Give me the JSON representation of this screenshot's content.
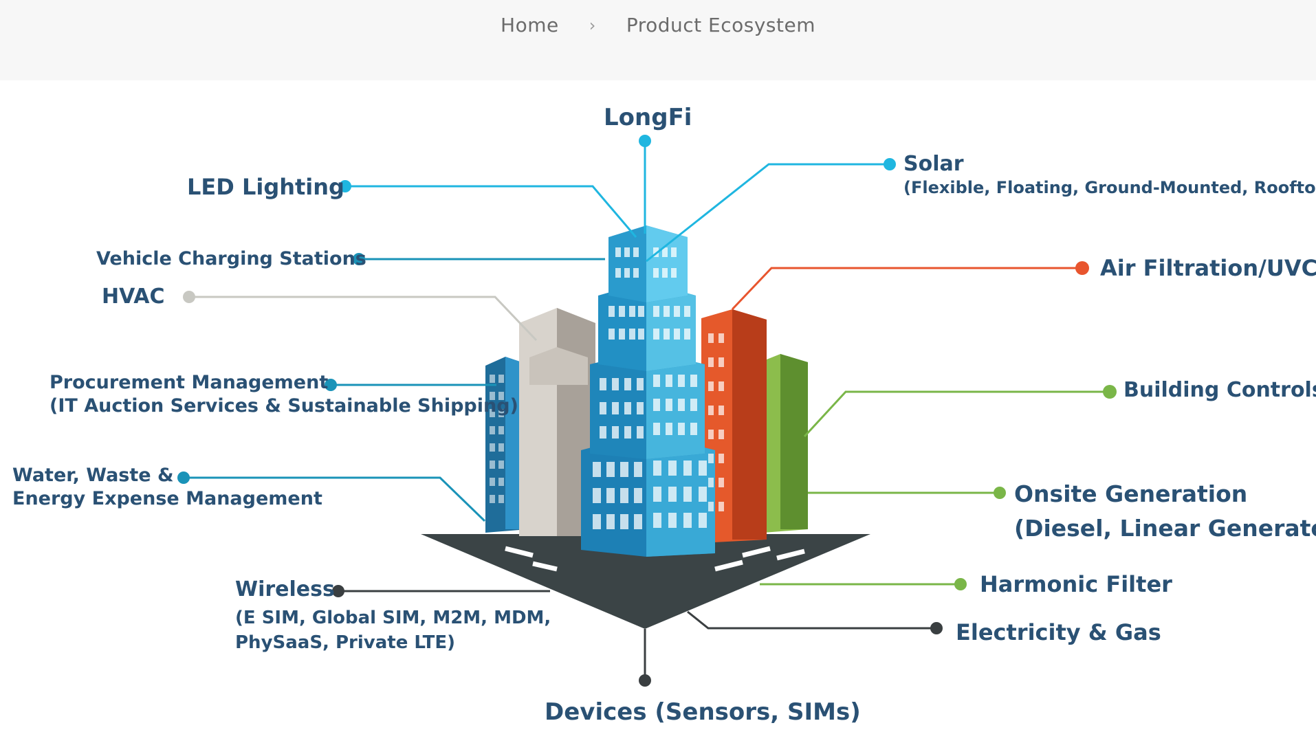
{
  "breadcrumb": {
    "home": "Home",
    "separator": "›",
    "current": "Product Ecosystem"
  },
  "diagram": {
    "labels": {
      "longfi": "LongFi",
      "solar": "Solar",
      "solar_sub": "(Flexible, Floating, Ground-Mounted, Rooftop)",
      "led": "LED Lighting",
      "vehicle": "Vehicle Charging Stations",
      "hvac": "HVAC",
      "air": "Air Filtration/UVC",
      "procurement": "Procurement Management",
      "procurement_sub": "(IT Auction Services & Sustainable Shipping)",
      "building": "Building Controls",
      "water_1": "Water, Waste &",
      "water_2": "Energy Expense Management",
      "onsite": "Onsite Generation",
      "onsite_sub": "(Diesel, Linear Generators)",
      "harmonic": "Harmonic Filter",
      "wireless": "Wireless",
      "wireless_sub1": "(E SIM, Global SIM, M2M, MDM,",
      "wireless_sub2": "PhySaaS, Private LTE)",
      "electricity": "Electricity & Gas",
      "devices": "Devices (Sensors, SIMs)"
    },
    "colors": {
      "label_text": "#2a5174",
      "cyan": "#1fb6e0",
      "teal": "#1a93b8",
      "gray": "#bdbdb5",
      "orange": "#e8552e",
      "green": "#7ab648",
      "dark": "#3a3f41"
    }
  }
}
